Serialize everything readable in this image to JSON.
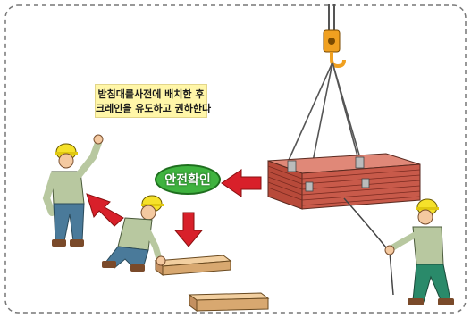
{
  "scene": {
    "instruction_note": {
      "line1": "받침대를사전에 배치한 후",
      "line2": "크레인을 유도하고 권하한다"
    },
    "safety_check_label": "안전확인",
    "colors": {
      "helmet": "#f5e12a",
      "shirt": "#b8c8a0",
      "pants": "#4a7a9a",
      "arrow": "#d8202a",
      "bubble": "#3fb33f",
      "load": "#c85a4a",
      "note_bg": "#fff6a8"
    },
    "icons": [
      "crane-hook-icon",
      "arrow-left-icon",
      "arrow-down-icon",
      "arrow-up-left-icon"
    ]
  }
}
